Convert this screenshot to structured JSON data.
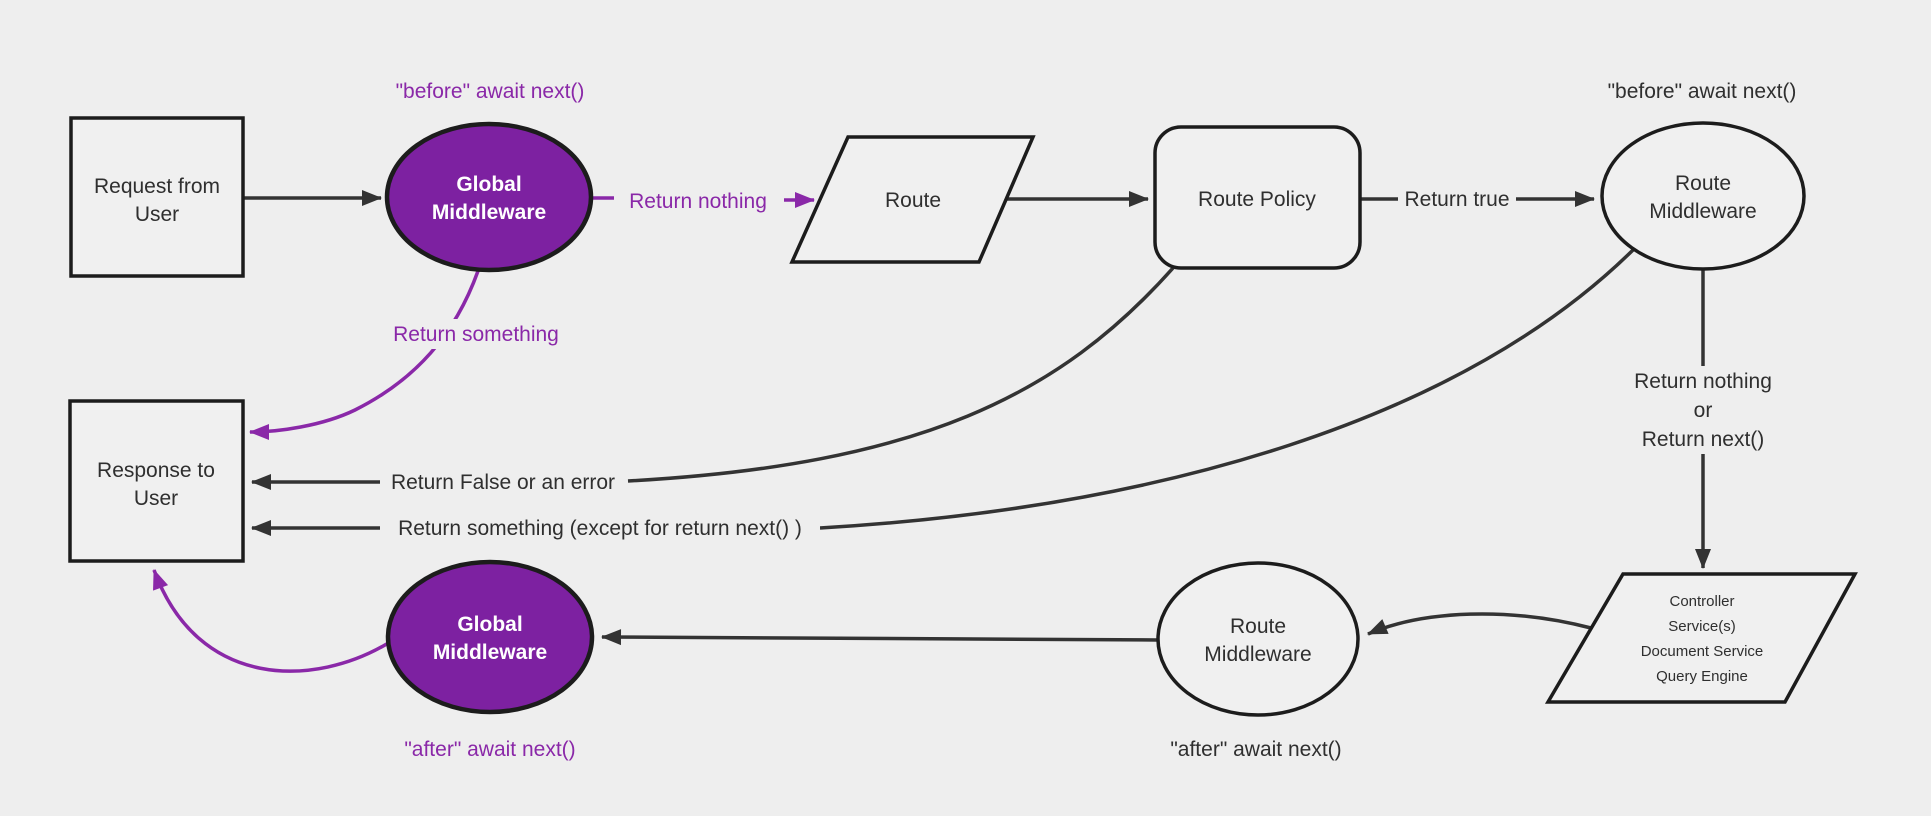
{
  "diagram": {
    "type": "flowchart",
    "colors": {
      "background": "#eeeeee",
      "node_fill": "#f0f0f0",
      "node_border": "#1c1c1c",
      "edge_black": "#333333",
      "purple_fill": "#7d21a1",
      "purple_line": "#8a28a8",
      "text_dark": "#2f2f2f",
      "text_white": "#ffffff"
    },
    "nodes": {
      "request": {
        "shape": "rectangle",
        "lines": [
          "Request from",
          "User"
        ]
      },
      "global_middleware_top": {
        "shape": "ellipse",
        "lines": [
          "Global",
          "Middleware"
        ]
      },
      "route": {
        "shape": "parallelogram",
        "lines": [
          "Route"
        ]
      },
      "route_policy": {
        "shape": "rounded-rectangle",
        "lines": [
          "Route Policy"
        ]
      },
      "route_middleware_top": {
        "shape": "ellipse",
        "lines": [
          "Route",
          "Middleware"
        ]
      },
      "controller": {
        "shape": "parallelogram",
        "lines": [
          "Controller",
          "Service(s)",
          "Document Service",
          "Query Engine"
        ]
      },
      "route_middleware_bottom": {
        "shape": "ellipse",
        "lines": [
          "Route",
          "Middleware"
        ]
      },
      "global_middleware_bottom": {
        "shape": "ellipse",
        "lines": [
          "Global",
          "Middleware"
        ]
      },
      "response": {
        "shape": "rectangle",
        "lines": [
          "Response to",
          "User"
        ]
      }
    },
    "edge_labels": {
      "before_await_global": "\"before\" await next()",
      "return_nothing": "Return nothing",
      "return_true": "Return true",
      "before_await_route": "\"before\" await next()",
      "return_something": "Return something",
      "return_false_or_error": "Return False or an error",
      "return_something_except": "Return something (except for return next() )",
      "return_nothing_or": [
        "Return nothing",
        "or",
        "Return next()"
      ],
      "after_await_route": "\"after\" await next()",
      "after_await_global": "\"after\" await next()"
    }
  }
}
